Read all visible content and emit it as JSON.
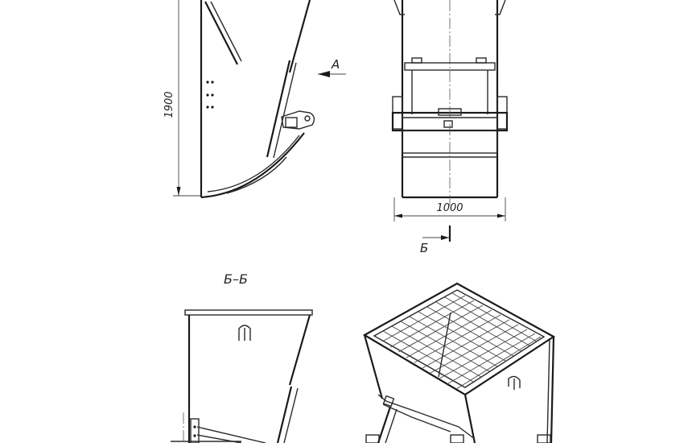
{
  "dimensions": {
    "height_label": "1900",
    "width_label": "1000"
  },
  "labels": {
    "view_arrow": "А",
    "section_mark": "Б",
    "section_title": "Б–Б"
  }
}
